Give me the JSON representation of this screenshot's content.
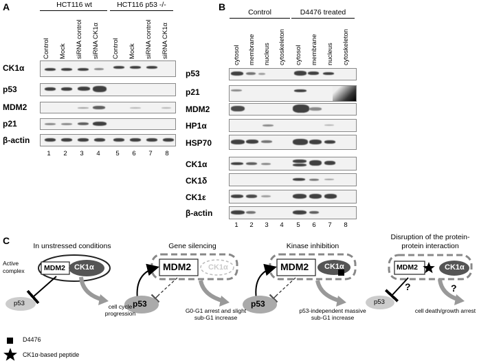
{
  "panels": {
    "a": "A",
    "b": "B",
    "c": "C"
  },
  "panel_a": {
    "group1": "HCT116 wt",
    "group2": "HCT116 p53 -/-",
    "lanes": [
      "Control",
      "Mock",
      "siRNA control",
      "siRNA CK1α",
      "Control",
      "Mock",
      "siRNA control",
      "siRNA CK1α"
    ],
    "rows": [
      "CK1α",
      "p53",
      "MDM2",
      "p21",
      "β-actin"
    ],
    "numbers": [
      "1",
      "2",
      "3",
      "4",
      "5",
      "6",
      "7",
      "8"
    ]
  },
  "panel_b": {
    "group1": "Control",
    "group2": "D4476 treated",
    "lanes": [
      "cytosol",
      "membrane",
      "nucleus",
      "cytoskeleton",
      "cytosol",
      "membrane",
      "nucleus",
      "cytoskeleton"
    ],
    "rows": [
      "p53",
      "p21",
      "MDM2",
      "HP1α",
      "HSP70",
      "CK1α",
      "CK1δ",
      "CK1ε",
      "β-actin"
    ],
    "numbers": [
      "1",
      "2",
      "3",
      "4",
      "5",
      "6",
      "7",
      "8"
    ]
  },
  "panel_c": {
    "titles": [
      "In unstressed conditions",
      "Gene silencing",
      "Kinase inhibition",
      "Disruption of the protein-protein interaction"
    ],
    "active_complex": "Active complex",
    "mdm2": "MDM2",
    "ck1a": "CK1α",
    "p53": "p53",
    "outcomes": [
      "cell cycle progression",
      "G0-G1 arrest and slight sub-G1 increase",
      "p53-independent massive sub-G1 increase",
      "cell death/growth arrest"
    ],
    "question": "?",
    "legend": [
      "D4476",
      "CK1α-based peptide"
    ]
  }
}
